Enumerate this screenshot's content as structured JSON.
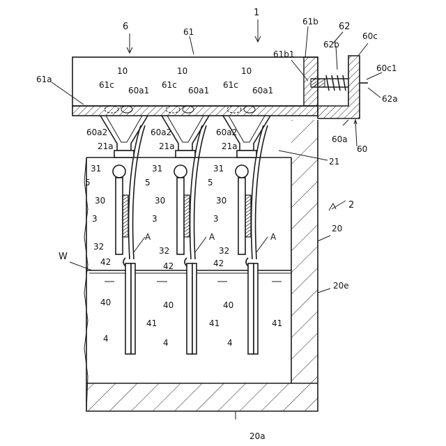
{
  "labels": {
    "l_1": "1",
    "l_6": "6",
    "l_61": "61",
    "l_61b": "61b",
    "l_61b1": "61b1",
    "l_62": "62",
    "l_62b": "62b",
    "l_60c": "60c",
    "l_60c1": "60c1",
    "l_62a": "62a",
    "l_61a": "61a",
    "l_10a": "10",
    "l_10b": "10",
    "l_10c": "10",
    "l_61ca": "61c",
    "l_61cb": "61c",
    "l_61cc": "61c",
    "l_60a1a": "60a1",
    "l_60a1b": "60a1",
    "l_60a1c": "60a1",
    "l_60a2a": "60a2",
    "l_60a2b": "60a2",
    "l_60a2c": "60a2",
    "l_60a_r": "60a",
    "l_60_r": "60",
    "l_21a_a": "21a",
    "l_21a_b": "21a",
    "l_21a_c": "21a",
    "l_21": "21",
    "l_31a": "31",
    "l_31b": "31",
    "l_31c": "31",
    "l_5a": "5",
    "l_5b": "5",
    "l_5c": "5",
    "l_30a": "30",
    "l_30b": "30",
    "l_30c": "30",
    "l_3a": "3",
    "l_3b": "3",
    "l_3c": "3",
    "l_2": "2",
    "l_20": "20",
    "l_Aa": "A",
    "l_Ab": "A",
    "l_Ac": "A",
    "l_32a": "32",
    "l_32b": "32",
    "l_32c": "32",
    "l_W": "W",
    "l_42a": "42",
    "l_42b": "42",
    "l_42c": "42",
    "l_20e": "20e",
    "l_40a": "40",
    "l_40b": "40",
    "l_40c": "40",
    "l_41a": "41",
    "l_41b": "41",
    "l_41c": "41",
    "l_4a": "4",
    "l_4b": "4",
    "l_4c": "4",
    "l_20a": "20a"
  }
}
